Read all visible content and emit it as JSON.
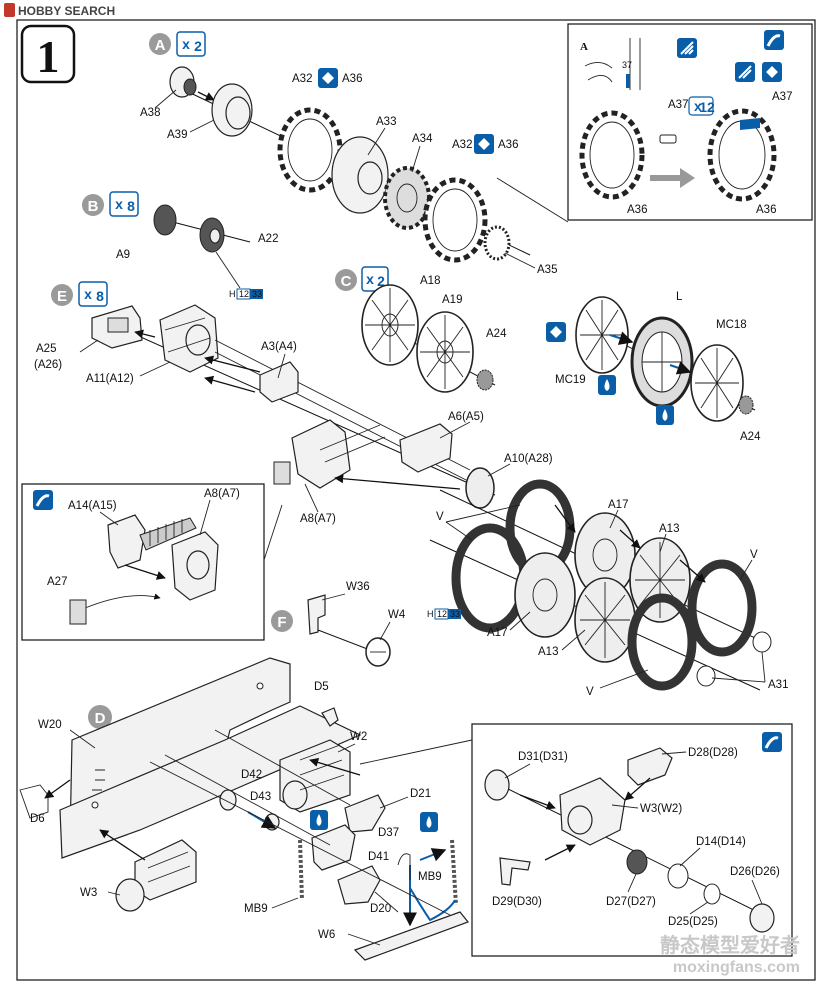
{
  "header": {
    "logo_text": "HOBBY SEARCH"
  },
  "step": {
    "number": "1"
  },
  "watermark": {
    "chinese": "静态模型爱好者",
    "url": "moxingfans.com"
  },
  "callouts": {
    "A": {
      "letter": "A",
      "count": "2"
    },
    "B": {
      "letter": "B",
      "count": "8"
    },
    "C": {
      "letter": "C",
      "count": "2"
    },
    "E": {
      "letter": "E",
      "count": "8"
    },
    "D": {
      "letter": "D"
    },
    "F": {
      "letter": "F"
    }
  },
  "sprue_code": {
    "prefix": "H",
    "first": "12",
    "second": "33"
  },
  "inset_sprocket": {
    "letter": "A",
    "number": "37",
    "labels": {
      "a37": "A37",
      "a37_count": "12",
      "a37_right": "A37",
      "a36_left": "A36",
      "a36_right": "A36"
    }
  },
  "labels": {
    "A38": "A38",
    "A39": "A39",
    "A32a": "A32",
    "A36a": "A36",
    "A33": "A33",
    "A34": "A34",
    "A32b": "A32",
    "A36b": "A36",
    "A35": "A35",
    "A9": "A9",
    "A22": "A22",
    "A18": "A18",
    "A19": "A19",
    "A24a": "A24",
    "L": "L",
    "MC18": "MC18",
    "MC19": "MC19",
    "A24b": "A24",
    "A25": "A25",
    "A26": "(A26)",
    "A11": "A11(A12)",
    "A3": "A3(A4)",
    "A6": "A6(A5)",
    "A10": "A10(A28)",
    "A8": "A8(A7)",
    "A14": "A14(A15)",
    "A8i": "A8(A7)",
    "A27": "A27",
    "V1": "V",
    "A17a": "A17",
    "A13a": "A13",
    "V2": "V",
    "A17b": "A17",
    "A13b": "A13",
    "V3": "V",
    "A31": "A31",
    "W36": "W36",
    "W4": "W4",
    "D5": "D5",
    "W20": "W20",
    "W2": "W2",
    "D42": "D42",
    "D43": "D43",
    "D21": "D21",
    "D37": "D37",
    "D6": "D6",
    "D41": "D41",
    "MB9a": "MB9",
    "W3": "W3",
    "MB9b": "MB9",
    "D20": "D20",
    "W6": "W6",
    "D31": "D31(D31)",
    "D28": "D28(D28)",
    "W3i": "W3(W2)",
    "D14": "D14(D14)",
    "D29": "D29(D30)",
    "D27": "D27(D27)",
    "D26": "D26(D26)",
    "D25": "D25(D25)"
  },
  "colors": {
    "callout_gray": "#9a9a9a",
    "accent_blue": "#0a5ea8",
    "watermark": "#c8c8c8"
  }
}
